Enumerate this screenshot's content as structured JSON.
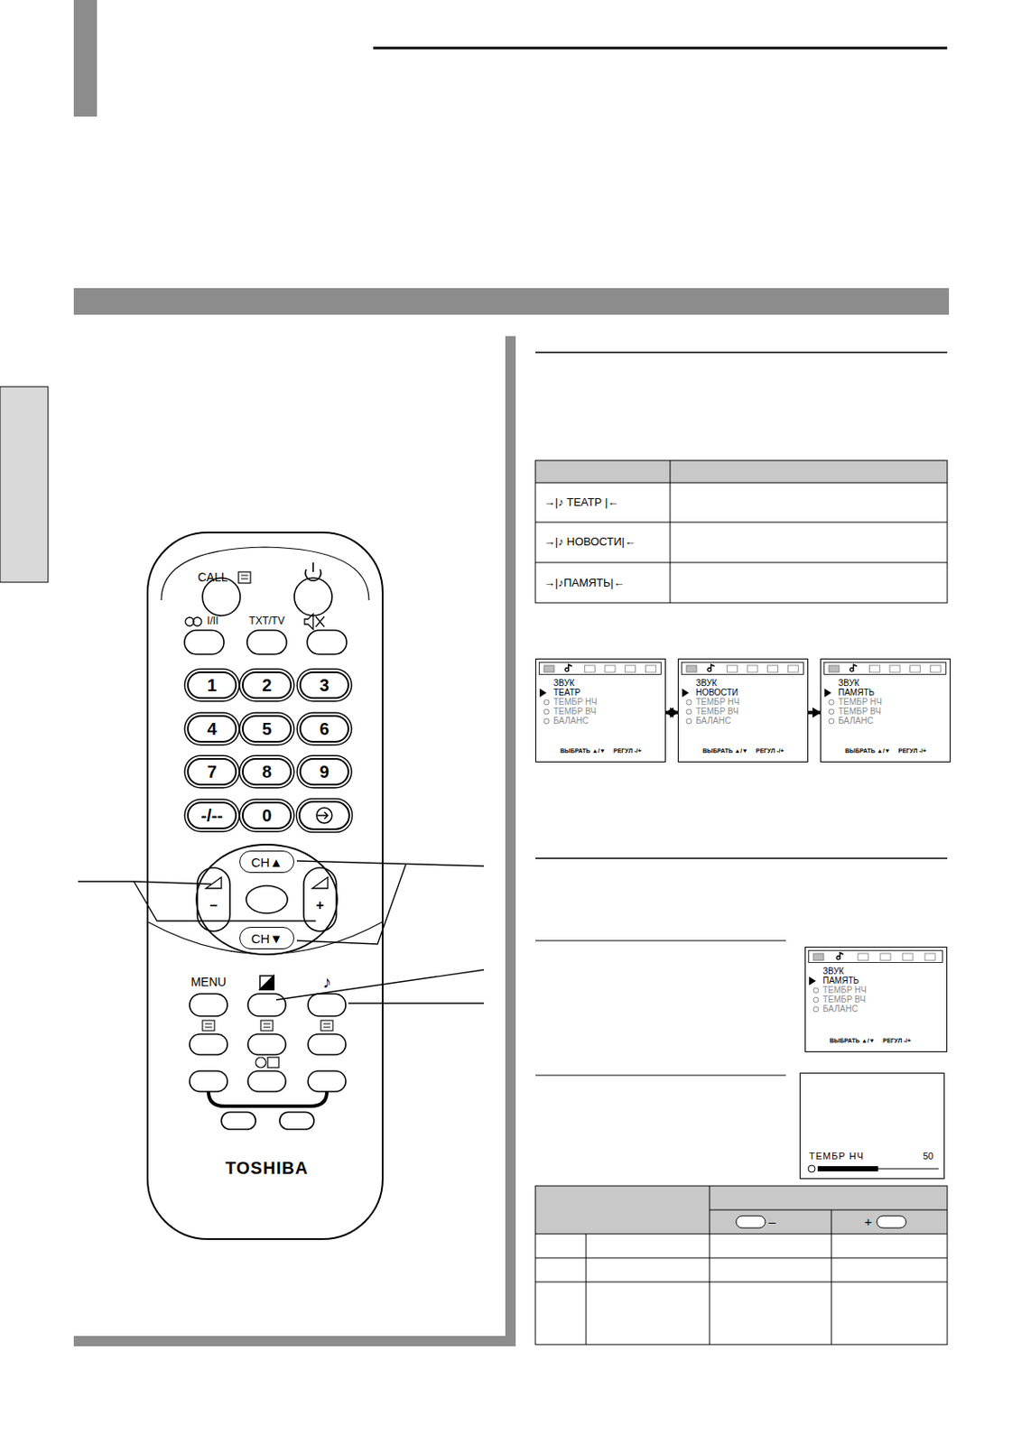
{
  "diagram": {
    "nodes": [
      {
        "text": [
          "1"
        ]
      },
      {
        "text": [
          "2"
        ]
      },
      {
        "text": [
          "3"
        ]
      },
      {
        "text": [
          "4"
        ]
      },
      {
        "text": [
          "5"
        ]
      },
      {
        "text": [
          "6"
        ]
      },
      {
        "text": [
          "7"
        ]
      },
      {
        "text": [
          "8"
        ]
      },
      {
        "text": [
          "9"
        ]
      },
      {
        "text": [
          "-/--"
        ]
      },
      {
        "text": [
          "0"
        ]
      },
      {
        "text": [
          "CH▲"
        ]
      },
      {
        "text": [
          "CH▼"
        ]
      },
      {
        "text": [
          "ЗВУК",
          "ТЕАТР",
          "ТЕМБР НЧ",
          "ТЕМБР ВЧ",
          "БАЛАНС",
          "ВЫБРАТЬ ▲/▼",
          "РЕГУЛ -/+"
        ]
      },
      {
        "text": [
          "ЗВУК",
          "НОВОСТИ",
          "ТЕМБР НЧ",
          "ТЕМБР ВЧ",
          "БАЛАНС",
          "ВЫБРАТЬ ▲/▼",
          "РЕГУЛ -/+"
        ]
      },
      {
        "text": [
          "ЗВУК",
          "ПАМЯТЬ",
          "ТЕМБР НЧ",
          "ТЕМБР ВЧ",
          "БАЛАНС",
          "ВЫБРАТЬ ▲/▼",
          "РЕГУЛ -/+"
        ]
      },
      {
        "text": [
          "ЗВУК",
          "ПАМЯТЬ",
          "ТЕМБР НЧ",
          "ТЕМБР ВЧ",
          "БАЛАНС",
          "ВЫБРАТЬ ▲/▼",
          "РЕГУЛ -/+"
        ]
      },
      {
        "text": [
          "ТЕМБР НЧ",
          "50"
        ]
      }
    ],
    "edges": [
      {
        "from": 13,
        "to": 14,
        "arrow": "to"
      },
      {
        "from": 14,
        "to": 15,
        "arrow": "to"
      },
      {
        "from": 15,
        "to": 13,
        "arrow": "to"
      }
    ],
    "labels": [
      "CALL",
      "I/II",
      "TXT/TV",
      "MENU",
      "♪",
      "TOSHIBA",
      "→|♪ ТЕАТР |←",
      "→|♪ НОВОСТИ|←",
      "→|♪ПАМЯТЬ|←",
      "–",
      "+",
      "–",
      "+"
    ]
  }
}
